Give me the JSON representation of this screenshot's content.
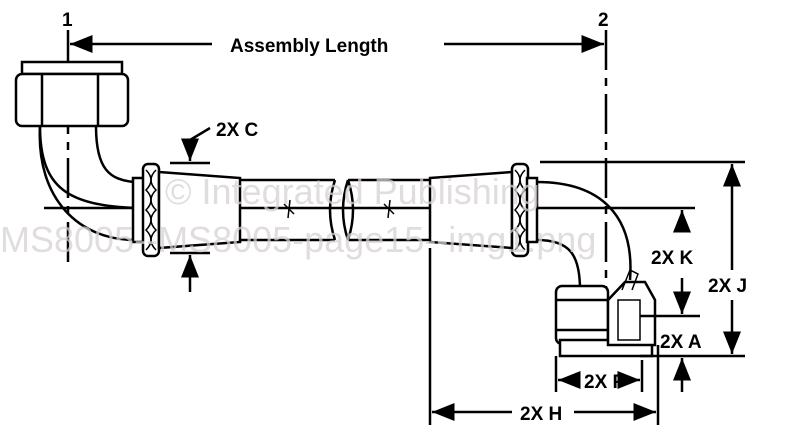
{
  "labels": {
    "station_1": "1",
    "station_2": "2",
    "assembly_length": "Assembly Length",
    "dim_c": "2X C",
    "dim_k": "2X K",
    "dim_j": "2X J",
    "dim_a": "2X A",
    "dim_f": "2X F",
    "dim_h": "2X H"
  },
  "watermark": {
    "line1": "© Integrated Publishing",
    "line2": "MS8005--MS8005-page15--img1.png"
  }
}
